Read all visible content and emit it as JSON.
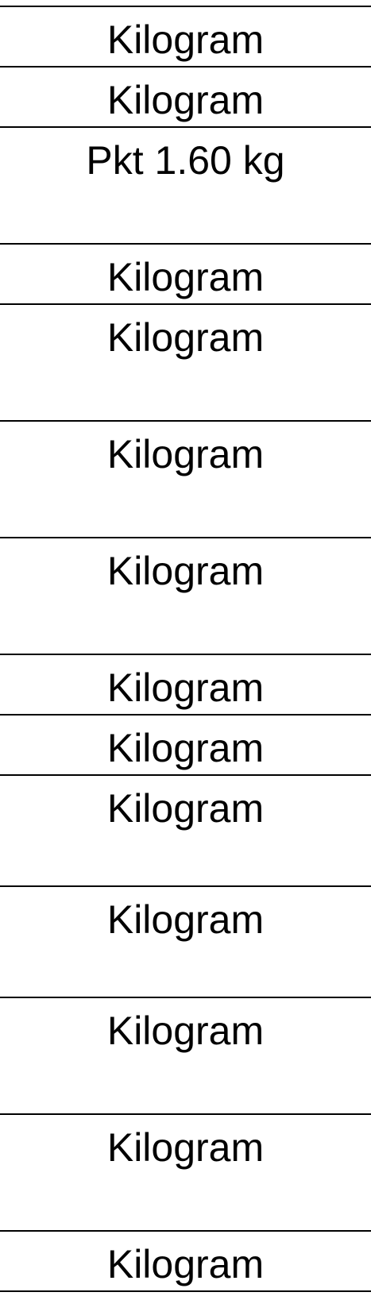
{
  "unit_column": {
    "cells": [
      "Kilogram",
      "Kilogram",
      "Pkt 1.60 kg",
      "Kilogram",
      "Kilogram",
      "Kilogram",
      "Kilogram",
      "Kilogram",
      "Kilogram",
      "Kilogram",
      "Kilogram",
      "Kilogram",
      "Kilogram",
      "Kilogram"
    ]
  }
}
